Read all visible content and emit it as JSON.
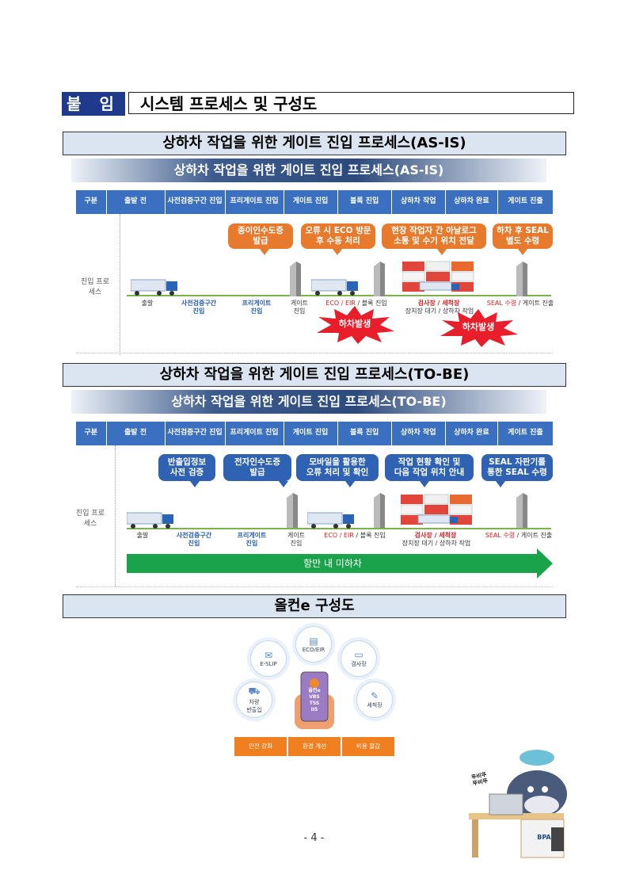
{
  "appendix": {
    "tag": "붙 임",
    "title": "시스템 프로세스 및 구성도"
  },
  "asis": {
    "section_title": "상하차 작업을 위한 게이트 진입 프로세스(AS-IS)",
    "banner": "상하차 작업을 위한 게이트 진입 프로세스(AS-IS)",
    "headers": [
      "구분",
      "출발 전",
      "사전검증구간 진입",
      "프리게이트 진입",
      "게이트 진입",
      "블록 진입",
      "상하차 작업",
      "상하차 완료",
      "게이트 진출"
    ],
    "lane_label": "진입 프로세스",
    "callouts": [
      "종이인수도증\n발급",
      "오류 시 ECO 방문\n후 수동 처리",
      "현장 작업자 간 아날로그\n소통 및 수기 위치 전달",
      "하차 후 SEAL\n별도 수령"
    ],
    "stages": {
      "depart": "출발",
      "precheck": "사전검증구간\n진입",
      "pregate": "프리게이트\n진입",
      "gate": "게이트\n진입",
      "eco_a": "ECO / EIR",
      "eco_b": " / 블록 진입",
      "inspect_a": "검사장 / 세척장",
      "inspect_b": "장치장 대기 / 상하차 작업",
      "seal_a": "SEAL 수령",
      "seal_b": " / 게이트 진출"
    },
    "bursts": [
      "하차발생",
      "하차발생"
    ]
  },
  "tobe": {
    "section_title": "상하차 작업을 위한 게이트 진입 프로세스(TO-BE)",
    "banner": "상하차 작업을 위한 게이트 진입 프로세스(TO-BE)",
    "headers": [
      "구분",
      "출발 전",
      "사전검증구간 진입",
      "프리게이트 진입",
      "게이트 진입",
      "블록 진입",
      "상하차 작업",
      "상하차 완료",
      "게이트 진출"
    ],
    "lane_label": "진입 프로세스",
    "callouts": [
      "반출입정보\n사전 검증",
      "전자인수도증\n발급",
      "모바일을 활용한\n오류 처리 및 확인",
      "작업 현황 확인 및\n다음 작업 위치 안내",
      "SEAL 자판기를\n통한 SEAL 수령"
    ],
    "stages": {
      "depart": "출발",
      "precheck": "사전검증구간\n진입",
      "pregate": "프리게이트\n진입",
      "gate": "게이트\n진입",
      "eco_a": "ECO / EIR",
      "eco_b": " / 블록 진입",
      "inspect_a": "검사장 / 세척장",
      "inspect_b": "장치장 대기 / 상하차 작업",
      "seal_a": "SEAL 수령",
      "seal_b": " / 게이트 진출"
    },
    "arrow_label": "항만 내 미하차"
  },
  "allcon": {
    "section_title": "올컨e 구성도",
    "nodes": [
      "ECO/EIR",
      "E-SLIP",
      "검사장",
      "차량\n반출입",
      "세척장"
    ],
    "phone": [
      "올컨e",
      "VBS",
      "TSS",
      "IIS"
    ],
    "benefits": [
      "안전 강화",
      "환경 개선",
      "비용 절감"
    ]
  },
  "mascot": {
    "speech": "뚜비뚜\n뚜비뚜",
    "desk_logo": "BPA"
  },
  "page_number": "- 4 -"
}
